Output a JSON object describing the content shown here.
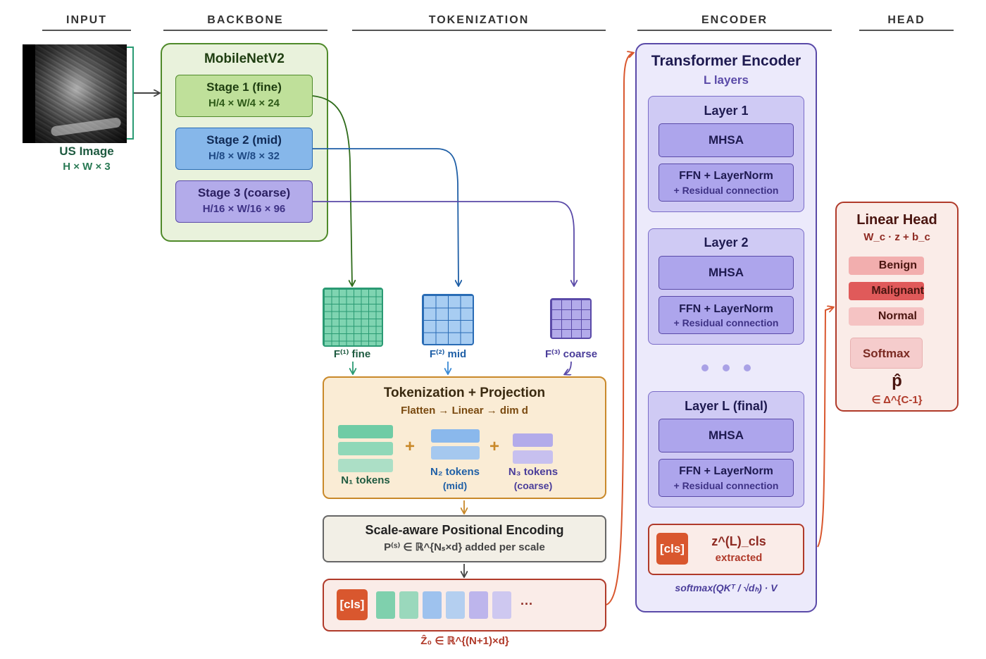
{
  "headers": {
    "input": "INPUT",
    "backbone": "BACKBONE",
    "tokenization": "TOKENIZATION",
    "encoder": "ENCODER",
    "head": "HEAD"
  },
  "input": {
    "title": "US Image",
    "shape": "H × W × 3"
  },
  "backbone": {
    "title": "MobileNetV2",
    "stages": [
      {
        "name": "Stage 1 (fine)",
        "shape": "H/4 × W/4 × 24"
      },
      {
        "name": "Stage 2 (mid)",
        "shape": "H/8 × W/8 × 32"
      },
      {
        "name": "Stage 3 (coarse)",
        "shape": "H/16 × W/16 × 96"
      }
    ]
  },
  "features": {
    "fine": "F⁽¹⁾ fine",
    "mid": "F⁽²⁾ mid",
    "coarse": "F⁽³⁾ coarse"
  },
  "tokenization": {
    "title": "Tokenization + Projection",
    "subtitle": "Flatten → Linear → dim d",
    "plus": "+",
    "n1": "N₁ tokens",
    "n2": "N₂ tokens",
    "n2_sub": "(mid)",
    "n3": "N₃ tokens",
    "n3_sub": "(coarse)"
  },
  "posenc": {
    "title": "Scale-aware Positional Encoding",
    "subtitle": "P⁽ˢ⁾ ∈ ℝ^{Nₛ×d} added per scale"
  },
  "sequence": {
    "cls": "[cls]",
    "dots": "···",
    "caption": "Ẑ₀ ∈ ℝ^{(N+1)×d}"
  },
  "encoder": {
    "title": "Transformer Encoder",
    "subtitle": "L layers",
    "layers": [
      {
        "name": "Layer 1",
        "mhsa": "MHSA",
        "ffn": "FFN + LayerNorm",
        "res": "+ Residual connection"
      },
      {
        "name": "Layer 2",
        "mhsa": "MHSA",
        "ffn": "FFN + LayerNorm",
        "res": "+ Residual connection"
      },
      {
        "name": "Layer L (final)",
        "mhsa": "MHSA",
        "ffn": "FFN + LayerNorm",
        "res": "+ Residual connection"
      }
    ],
    "cls": "[cls]",
    "cls_title": "z^(L)_cls",
    "cls_sub": "extracted",
    "formula": "softmax(QKᵀ / √dₕ) · V"
  },
  "head": {
    "title": "Linear Head",
    "formula": "W_c · z + b_c",
    "classes": [
      "Benign",
      "Malignant",
      "Normal"
    ],
    "softmax": "Softmax",
    "phat": "p̂",
    "simplex": "∈ Δ^{C-1}"
  },
  "colors": {
    "green": "#2e6b1a",
    "blue": "#1f5fa6",
    "purple": "#5a4aa8",
    "orange": "#d9572e",
    "teal": "#2a9a73",
    "darkred": "#8e2a22"
  }
}
